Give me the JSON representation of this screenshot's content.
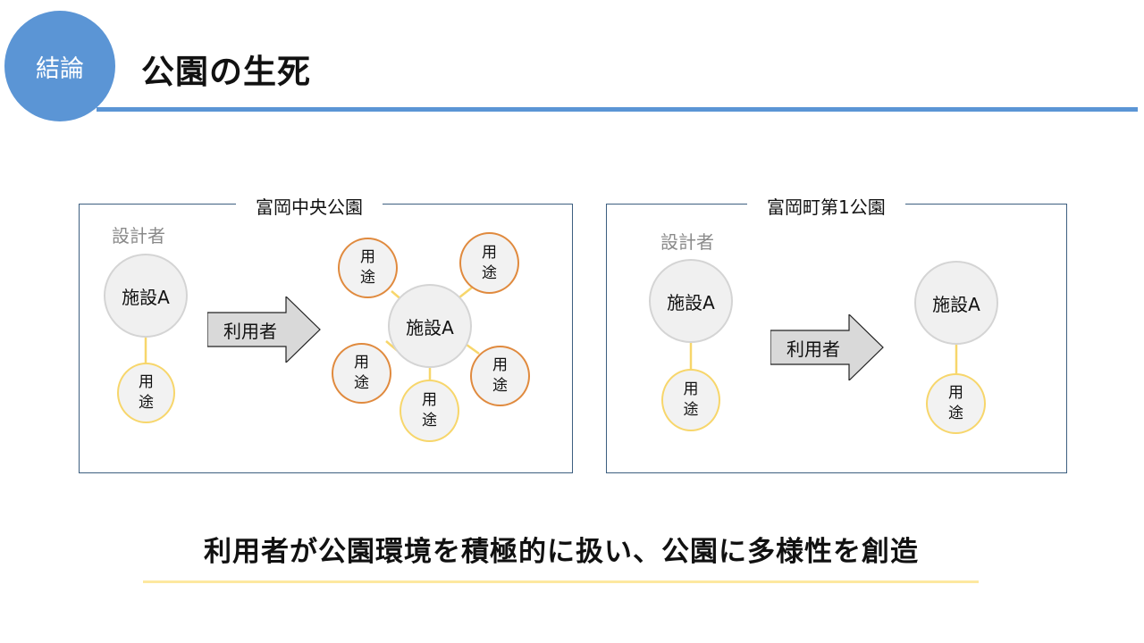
{
  "header": {
    "badge": "結論",
    "title": "公園の生死"
  },
  "panel_left": {
    "title": "富岡中央公園",
    "designer": "設計者",
    "facility": "施設A",
    "use": "用途",
    "arrow_label": "利用者"
  },
  "panel_right": {
    "title": "富岡町第1公園",
    "designer": "設計者",
    "facility": "施設A",
    "use": "用途",
    "arrow_label": "利用者"
  },
  "conclusion": "利用者が公園環境を積極的に扱い、公園に多様性を創造",
  "colors": {
    "accent_blue": "#5b95d5",
    "use_yellow": "#f7d66b",
    "use_orange": "#e08a3e",
    "facility_gray": "#d4d4d4"
  }
}
